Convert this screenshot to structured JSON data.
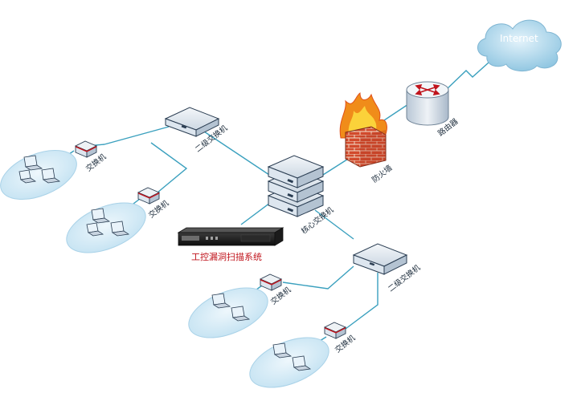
{
  "cloud": {
    "label": "Internet"
  },
  "router": {
    "label": "路由器"
  },
  "firewall": {
    "label": "防火墙"
  },
  "core_switch": {
    "label": "核心交换机"
  },
  "scanner": {
    "label": "工控漏洞扫描系统"
  },
  "dist_switch_top": {
    "label": "二级交换机"
  },
  "dist_switch_bottom": {
    "label": "二级交换机"
  },
  "access_switches": [
    {
      "label": "交换机"
    },
    {
      "label": "交换机"
    },
    {
      "label": "交换机"
    },
    {
      "label": "交换机"
    }
  ],
  "colors": {
    "link": "#3aa0be",
    "device_body": "#dde6ef",
    "device_edge": "#2a3d52",
    "firewall_brick": "#d84a2a",
    "flame": "#f08c1a",
    "cloud": "#a9d6ec",
    "scanner_text": "#c0141c"
  }
}
